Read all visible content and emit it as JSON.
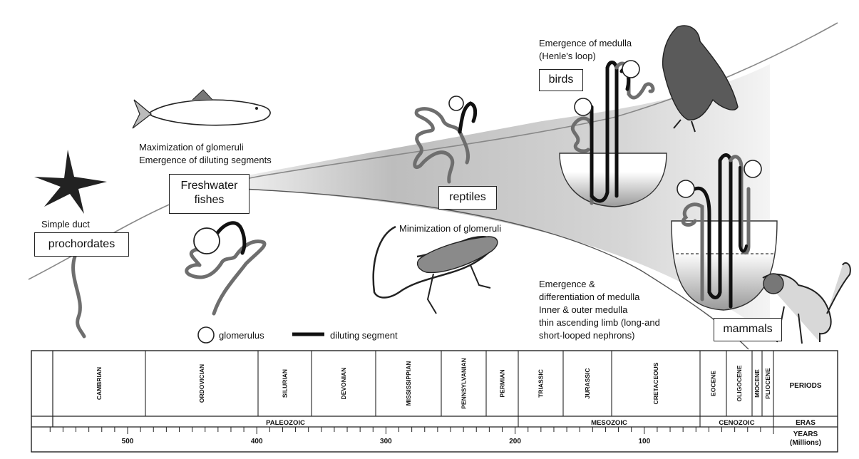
{
  "annotations": {
    "simple_duct": "Simple duct",
    "glomeruli_max_1": "Maximization of glomeruli",
    "glomeruli_max_2": "Emergence of diluting segments",
    "medulla_1": "Emergence of medulla",
    "medulla_2": "(Henle's loop)",
    "glomeruli_min": "Minimization of glomeruli",
    "mammal_1": "Emergence &",
    "mammal_2": "differentiation of medulla",
    "mammal_3": "Inner & outer medulla",
    "mammal_4": "thin ascending limb (long-and",
    "mammal_5": "short-looped nephrons)"
  },
  "groups": {
    "prochordates": "prochordates",
    "freshwater_1": "Freshwater",
    "freshwater_2": "fishes",
    "reptiles": "reptiles",
    "birds": "birds",
    "mammals": "mammals"
  },
  "legend": {
    "glomerulus": "glomerulus",
    "diluting_segment": "diluting segment"
  },
  "timeline": {
    "periods": [
      "CAMBRIAN",
      "ORDOVICIAN",
      "SILURIAN",
      "DEVONIAN",
      "MISSISSIPPIAN",
      "PENNSYLVANIAN",
      "PERMIAN",
      "TRIASSIC",
      "JURASSIC",
      "CRETACEOUS",
      "EOCENE",
      "OLIGOCENE",
      "MIOCENE",
      "PLIOCENE"
    ],
    "periods_label": "PERIODS",
    "eras": [
      "PALEOZOIC",
      "MESOZOIC",
      "CENOZOIC"
    ],
    "eras_label": "ERAS",
    "years": [
      "500",
      "400",
      "300",
      "200",
      "100"
    ],
    "years_label_1": "YEARS",
    "years_label_2": "(Millions)"
  },
  "colors": {
    "outline": "#222222",
    "diluting": "#111111",
    "tubule": "#6e6e6e",
    "medulla_shade": "#b9b9b9"
  }
}
